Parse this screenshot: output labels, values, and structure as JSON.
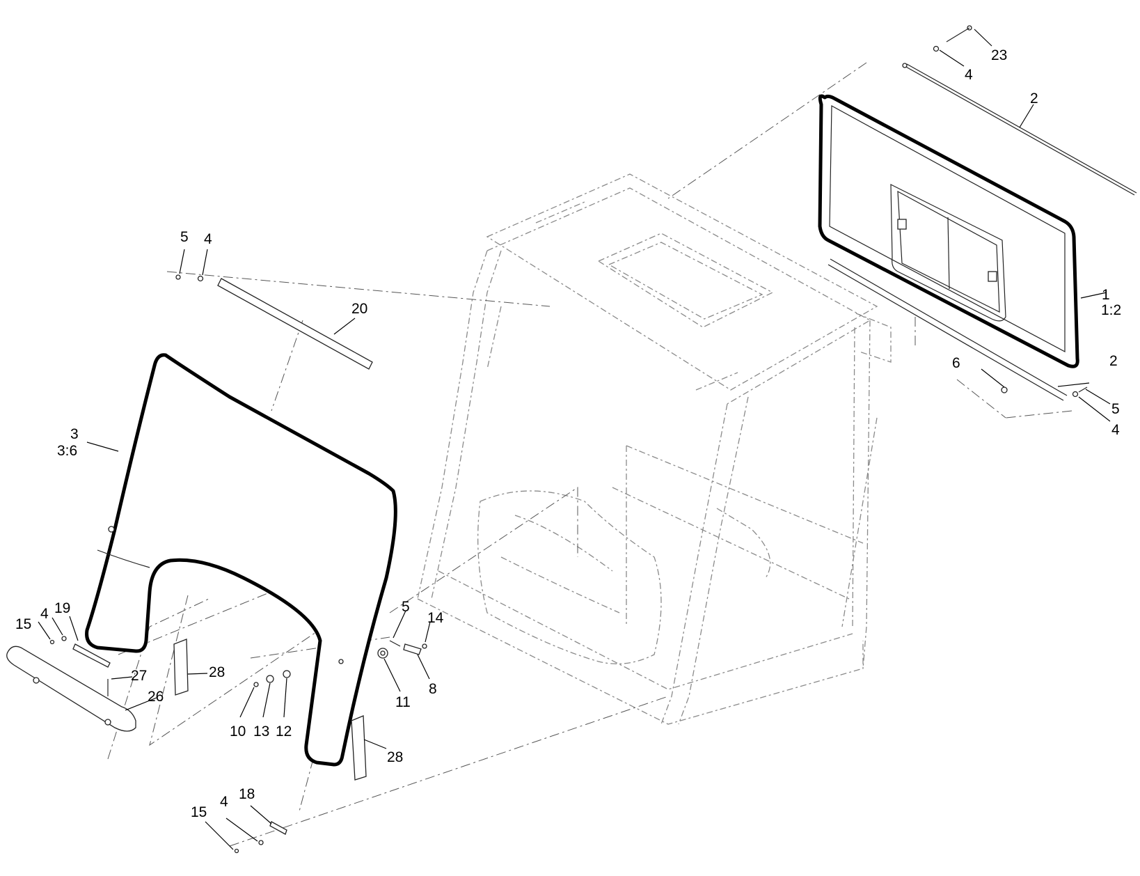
{
  "callouts": {
    "p23": "23",
    "p4_top": "4",
    "p2_top": "2",
    "p1": "1",
    "p1_qty": "1:2",
    "p2_mid": "2",
    "p6": "6",
    "p5_right": "5",
    "p4_right": "4",
    "p5_upper_left": "5",
    "p4_upper_left": "4",
    "p20": "20",
    "p3": "3",
    "p3_qty": "3:6",
    "p15_left": "15",
    "p4_left": "4",
    "p19": "19",
    "p27": "27",
    "p28_left": "28",
    "p26": "26",
    "p5_mid": "5",
    "p14": "14",
    "p11": "11",
    "p8": "8",
    "p10": "10",
    "p13": "13",
    "p12": "12",
    "p28_bottom": "28",
    "p18": "18",
    "p15_bottom": "15",
    "p4_bottom": "4"
  }
}
